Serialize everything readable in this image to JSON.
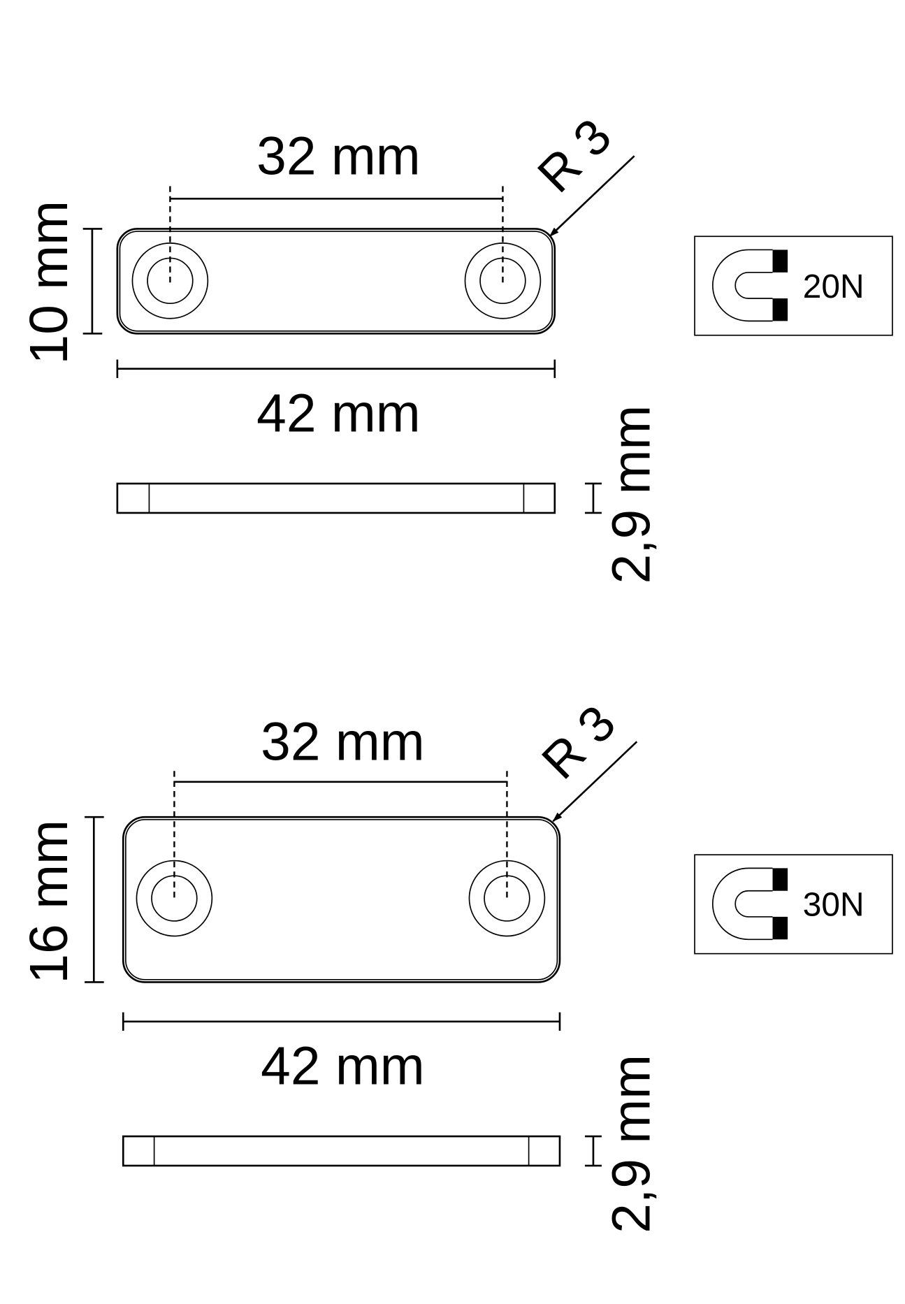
{
  "drawings": [
    {
      "hole_spacing_label": "32 mm",
      "radius_label": "R 3",
      "height_label": "10 mm",
      "length_label": "42 mm",
      "thickness_label": "2,9 mm",
      "force_label": "20N",
      "icon": "magnet-icon"
    },
    {
      "hole_spacing_label": "32 mm",
      "radius_label": "R 3",
      "height_label": "16 mm",
      "length_label": "42 mm",
      "thickness_label": "2,9 mm",
      "force_label": "30N",
      "icon": "magnet-icon"
    }
  ]
}
